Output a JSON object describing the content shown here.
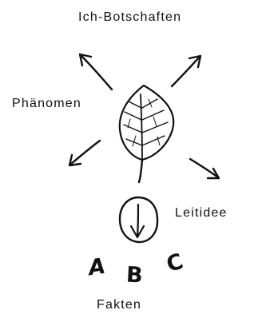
{
  "labels": {
    "top": "Ich-Botschaften",
    "left": "Phänomen",
    "right": "Leitidee",
    "bottom": "Fakten"
  },
  "letters": [
    "A",
    "B",
    "C"
  ],
  "icons": {
    "center": "leaf-icon",
    "compass": "down-arrow-circle-icon",
    "arrows": [
      "arrow-up-left-icon",
      "arrow-up-right-icon",
      "arrow-down-left-icon",
      "arrow-down-right-icon"
    ]
  },
  "colors": {
    "ink": "#111111",
    "background": "#ffffff"
  }
}
